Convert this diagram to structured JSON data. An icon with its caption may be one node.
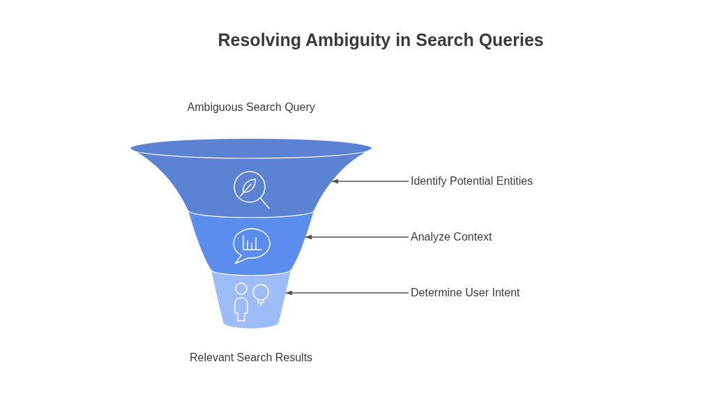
{
  "diagram": {
    "title": "Resolving Ambiguity in Search Queries",
    "nodes": [
      {
        "text": [],
        "shape": "band"
      },
      {
        "text": [
          "Identify Potential Entities"
        ]
      },
      {
        "text": [],
        "shape": "band"
      },
      {
        "text": [
          "Analyze Context"
        ]
      },
      {
        "text": [],
        "shape": "band"
      },
      {
        "text": [
          "Determine User Intent"
        ]
      }
    ],
    "edges": [
      {
        "from": 1,
        "to": 0,
        "arrow": "to"
      },
      {
        "from": 3,
        "to": 2,
        "arrow": "to"
      },
      {
        "from": 5,
        "to": 4,
        "arrow": "to"
      }
    ],
    "labels": [
      "Ambiguous Search Query",
      "Relevant Search Results"
    ]
  }
}
